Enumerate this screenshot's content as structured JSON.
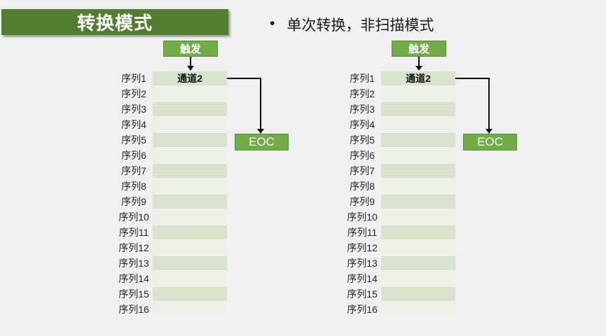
{
  "slide": {
    "title": "转换模式",
    "bullet_marker": "•",
    "bullet_text": "单次转换，非扫描模式"
  },
  "diagram": {
    "trigger_label": "触发",
    "channel_label": "通道2",
    "eoc_label": "EOC",
    "sequence_labels": [
      "序列1",
      "序列2",
      "序列3",
      "序列4",
      "序列5",
      "序列6",
      "序列7",
      "序列8",
      "序列9",
      "序列10",
      "序列11",
      "序列12",
      "序列13",
      "序列14",
      "序列15",
      "序列16"
    ],
    "channel_row_index": 0
  },
  "layout_text": {
    "rows_per_table": 16
  },
  "colors": {
    "background": "#f0f0f0",
    "title_bar": "#527e31",
    "button_green": "#70ad47",
    "button_border": "#5a8a38",
    "row_odd": "#d8e4cd",
    "row_even": "#ecf2e7",
    "arrow": "#0d0d0d",
    "label_text": "#262626"
  }
}
